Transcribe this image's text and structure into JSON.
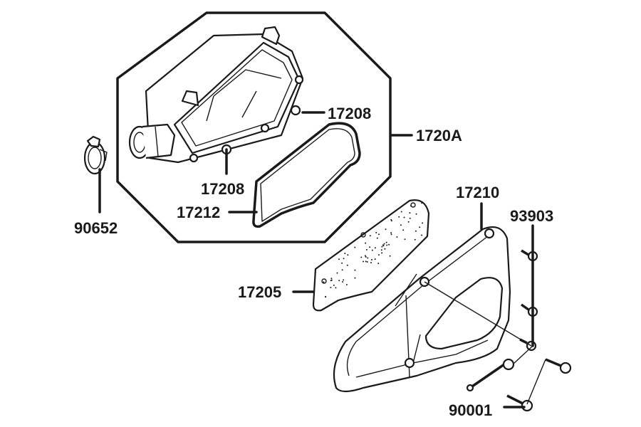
{
  "diagram": {
    "callouts": {
      "p17208_top": "17208",
      "p17208_bottom": "17208",
      "p1720A": "1720A",
      "p90652": "90652",
      "p17212": "17212",
      "p17210": "17210",
      "p93903": "93903",
      "p17205": "17205",
      "p90001": "90001"
    },
    "colors": {
      "ink": "#1a1a1a",
      "paper": "#ffffff"
    }
  }
}
